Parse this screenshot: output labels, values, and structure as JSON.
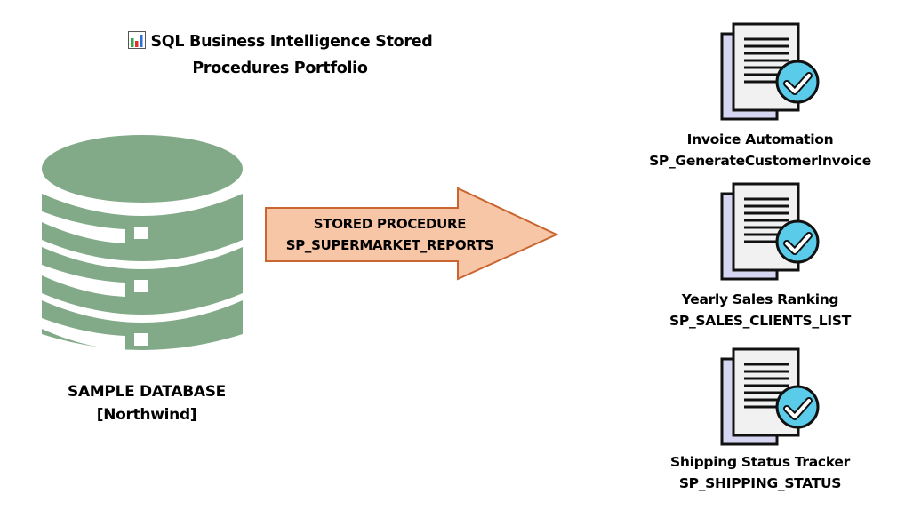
{
  "title": {
    "icon": "bar-chart-icon",
    "line1": "SQL Business Intelligence Stored",
    "line2": "Procedures Portfolio"
  },
  "database": {
    "icon": "database-icon",
    "label_line1": "SAMPLE DATABASE",
    "label_line2": "[Northwind]",
    "color": "#82AA88"
  },
  "procedure": {
    "line1": "STORED PROCEDURE",
    "line2": "SP_SUPERMARKET_REPORTS",
    "fill": "#F7C6A7",
    "stroke": "#C9652E"
  },
  "outputs": [
    {
      "icon": "document-check-icon",
      "name": "Invoice Automation",
      "procedure": "SP_GenerateCustomerInvoice"
    },
    {
      "icon": "document-check-icon",
      "name": "Yearly Sales Ranking",
      "procedure": "SP_SALES_CLIENTS_LIST"
    },
    {
      "icon": "document-check-icon",
      "name": "Shipping Status Tracker",
      "procedure": "SP_SHIPPING_STATUS"
    }
  ],
  "colors": {
    "check_badge": "#5BCBEA",
    "doc_back": "#D6D6F2",
    "doc_front": "#F1F1F1"
  }
}
